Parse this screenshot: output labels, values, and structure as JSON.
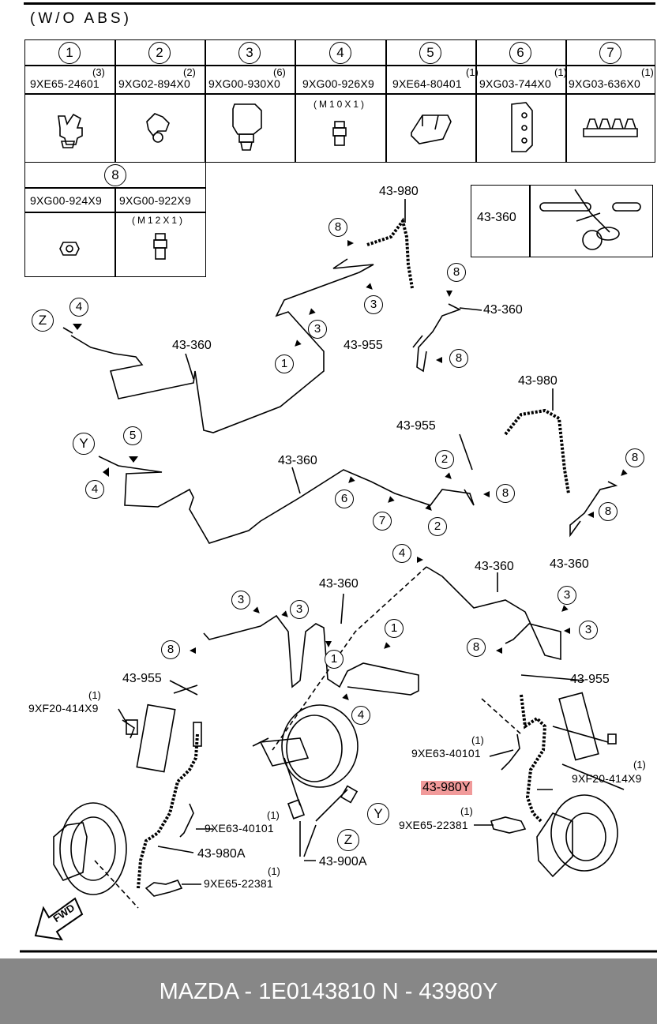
{
  "diagram": {
    "header_note": "(W/O  ABS)",
    "parts_table": [
      {
        "num": "1",
        "qty": "(3)",
        "part": "9XE65-24601"
      },
      {
        "num": "2",
        "qty": "(2)",
        "part": "9XG02-894X0"
      },
      {
        "num": "3",
        "qty": "(6)",
        "part": "9XG00-930X0"
      },
      {
        "num": "4",
        "qty": "",
        "part": "9XG00-926X9",
        "note": "(M10X1)"
      },
      {
        "num": "5",
        "qty": "(1)",
        "part": "9XE64-80401"
      },
      {
        "num": "6",
        "qty": "(1)",
        "part": "9XG03-744X0"
      },
      {
        "num": "7",
        "qty": "(1)",
        "part": "9XG03-636X0"
      }
    ],
    "parts_table_2": {
      "num": "8",
      "parts": [
        {
          "part": "9XG00-924X9",
          "note": ""
        },
        {
          "part": "9XG00-922X9",
          "note": "(M12X1)"
        }
      ]
    },
    "tool_box": {
      "part": "43-360"
    },
    "labels": {
      "l43980_top": "43-980",
      "l43360_a": "43-360",
      "l43360_b": "43-360",
      "l43955_a": "43-955",
      "l43980_right": "43-980",
      "l43955_b": "43-955",
      "l43360_c": "43-360",
      "l43360_d": "43-360",
      "l43360_e": "43-360",
      "l43360_f": "43-360",
      "l43955_c": "43-955",
      "l43955_d": "43-955",
      "l9xf20_left": "9XF20-414X9",
      "l9xf20_left_qty": "(1)",
      "l9xe63_right": "9XE63-40101",
      "l9xe63_right_qty": "(1)",
      "l9xf20_right": "9XF20-414X9",
      "l9xf20_right_qty": "(1)",
      "l43980y": "43-980Y",
      "l9xe65_right": "9XE65-22381",
      "l9xe65_right_qty": "(1)",
      "l9xe63_left": "9XE63-40101",
      "l9xe63_left_qty": "(1)",
      "l43980a": "43-980A",
      "l9xe65_left": "9XE65-22381",
      "l9xe65_left_qty": "(1)",
      "l43900a": "43-900A",
      "ref_z": "Z",
      "ref_y": "Y",
      "fwd": "FWD"
    }
  },
  "footer": {
    "text": "MAZDA - 1E0143810     N - 43980Y"
  },
  "colors": {
    "highlight": "#f19a9a",
    "footer_bg": "#878787",
    "footer_text": "#ffffff"
  }
}
